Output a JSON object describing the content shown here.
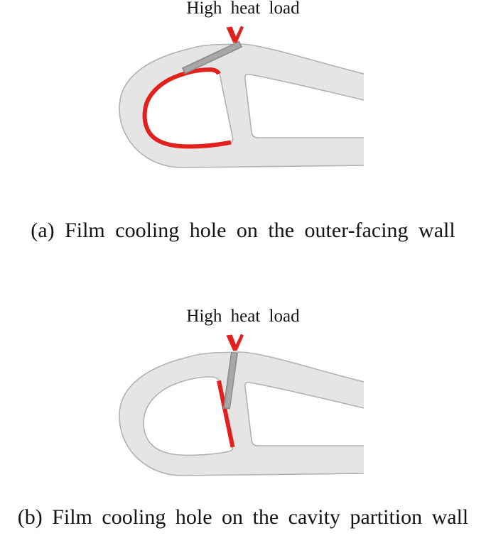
{
  "colors": {
    "background": "#ffffff",
    "text_color": "#141414",
    "highlight_red": "#e2201d",
    "body_gray": "#e5e5e6",
    "outline_gray": "#b2b2b4",
    "slot_gray": "#a8a8aa",
    "slot_edge_gray": "#8d8d8f"
  },
  "panel_a": {
    "heat_label": "High heat load",
    "arrow_glyph": "V",
    "caption": "(a) Film cooling hole on the outer-facing wall"
  },
  "panel_b": {
    "heat_label": "High heat load",
    "arrow_glyph": "V",
    "caption": "(b) Film cooling hole on the cavity partition wall"
  }
}
